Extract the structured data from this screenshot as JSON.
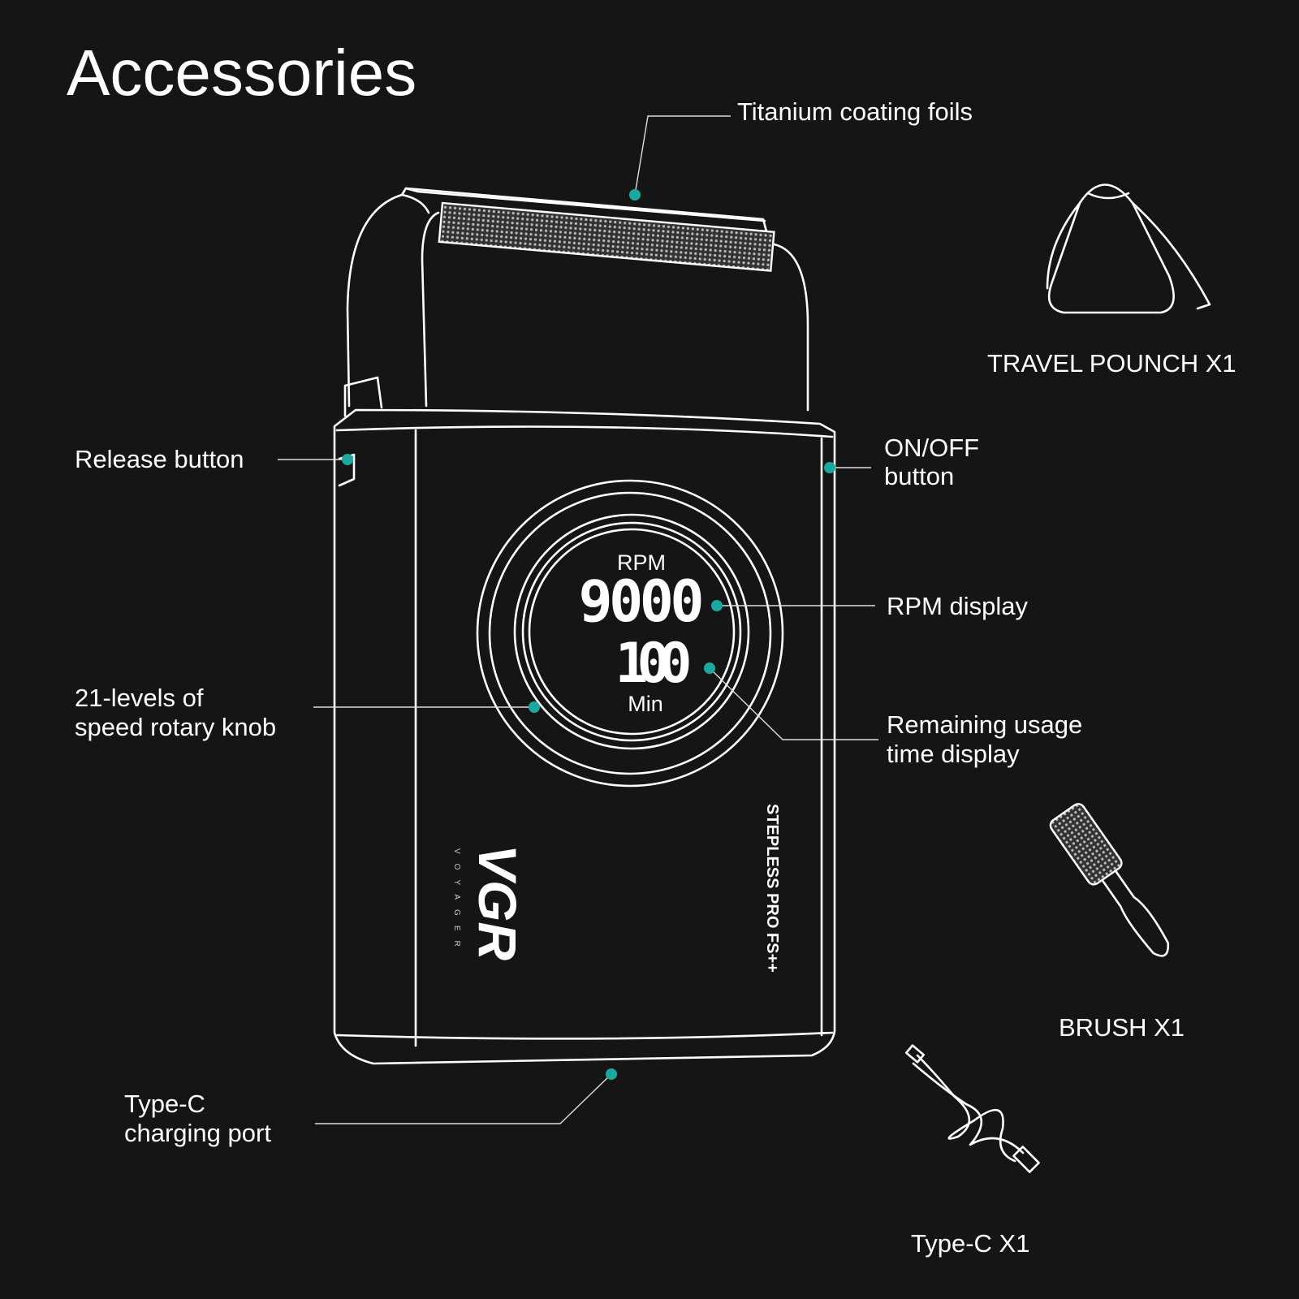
{
  "title": "Accessories",
  "accent_color": "#1aa9a0",
  "background_color": "#151515",
  "callouts": {
    "foils": "Titanium coating foils",
    "release": "Release button",
    "onoff": [
      "ON/OFF",
      "button"
    ],
    "rpm": "RPM display",
    "knob": [
      "21-levels of",
      "speed rotary knob"
    ],
    "remaining": [
      "Remaining usage",
      "time display"
    ],
    "port": [
      "Type-C",
      "charging port"
    ]
  },
  "display": {
    "rpm_label": "RPM",
    "rpm_value": "9000",
    "time_value": "100",
    "time_unit": "Min"
  },
  "device": {
    "brand_logo": "VGR",
    "brand_sub": "VOYAGER",
    "model": "STEPLESS PRO FS++"
  },
  "accessories": [
    {
      "label": "TRAVEL POUNCH X1",
      "icon": "drawstring-pouch-icon"
    },
    {
      "label": "BRUSH X1",
      "icon": "cleaning-brush-icon"
    },
    {
      "label": "Type-C X1",
      "icon": "usb-c-cable-icon"
    }
  ]
}
